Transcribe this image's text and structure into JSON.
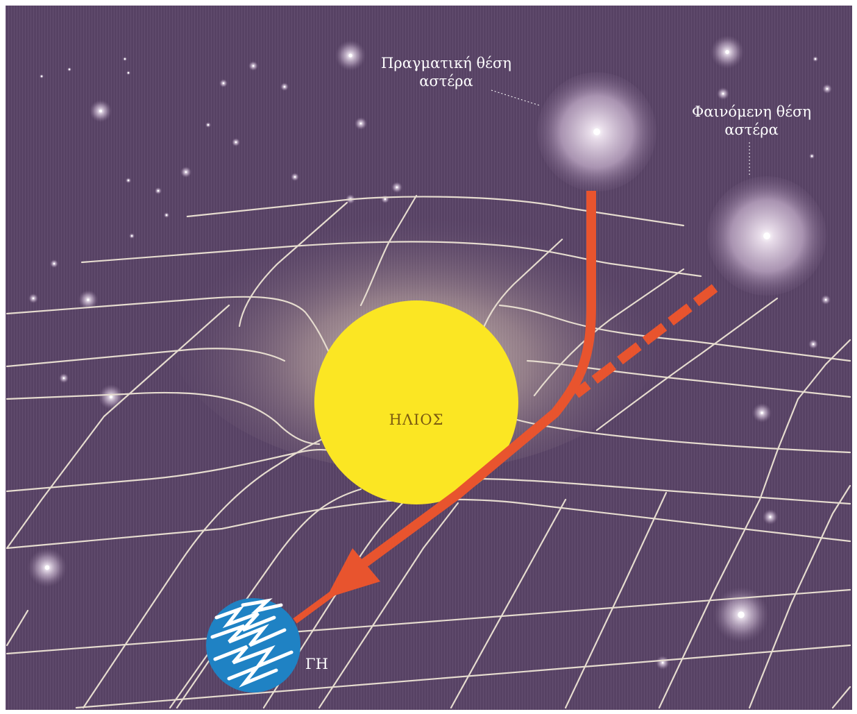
{
  "labels": {
    "real_position": "Πραγματική θέση\nαστέρα",
    "real_position_line1": "Πραγματική θέση",
    "real_position_line2": "αστέρα",
    "apparent_position_line1": "Φαινόμενη θέση",
    "apparent_position_line2": "αστέρα",
    "sun": "ΗΛΙΟΣ",
    "earth": "ΓΗ"
  },
  "colors": {
    "background": "#5a4566",
    "grid": "#e6dccf",
    "sun": "#fbe623",
    "light_path": "#e8542e",
    "earth_ocean": "#1f82c4",
    "earth_clouds": "#ffffff",
    "star_glow": "#ffffff"
  },
  "icons": {
    "real_star": "star-glow",
    "apparent_star": "star-glow",
    "earth": "planet-earth",
    "sun": "sun-disc"
  }
}
